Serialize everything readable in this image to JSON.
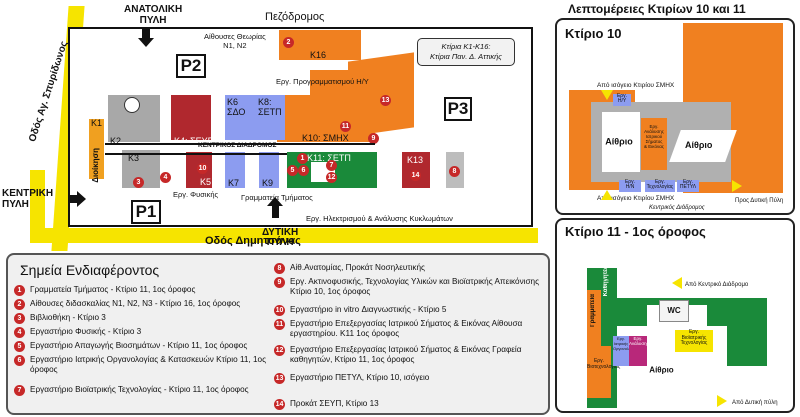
{
  "map": {
    "gates": {
      "east": "ΑΝΑΤΟΛΙΚΗ\nΠΥΛΗ",
      "central": "ΚΕΝΤΡΙΚΗ\nΠΥΛΗ",
      "west": "ΔΥΤΙΚΗ\nΠΥΛΗ"
    },
    "streets": {
      "pedestrian": "Πεζόδρομος",
      "spyridonos": "Οδός Αγ. Σπυρίδωνος",
      "dimitsanas": "Οδός Δημητσάνας"
    },
    "parking": [
      "P2",
      "P3",
      "P1"
    ],
    "corridor": "ΚΕΝΤΡΙΚΟΣ ΔΙΑΔΡΟΜΟΣ",
    "buildings": {
      "k1": "K1",
      "admin": "Διοίκηση",
      "k2": "K2",
      "k3": "K3",
      "k4": "K4: ΣΕΥΠ",
      "k5": "K5",
      "k6": "K6\nΣΔΟ",
      "k7": "K7",
      "k8": "K8:\nΣΕΤΠ",
      "k9": "K9",
      "k10": "K10: ΣΜΗΧ",
      "k11": "K11: ΣΕΤΠ",
      "k13": "K13",
      "k16": "K16"
    },
    "labels": {
      "theory_halls": "Αίθουσες Θεωρίας\nN1, N2",
      "programming_lab": "Εργ. Προγραμματισμού Η/Υ",
      "physics_lab": "Εργ. Φυσικής",
      "secretariat": "Γραμματεία Τμήματος",
      "electrical_lab": "Εργ. Ηλεκτρισμού & Ανάλυσης Κυκλωμάτων",
      "buildings_note": "Κτίρια Κ1-Κ16:\nΚτίρια Παν. Δ. Αττικής"
    }
  },
  "details": {
    "header": "Λεπτομέρειες Κτιρίων 10 και 11",
    "building10": {
      "title": "Κτίριο 10",
      "from_ground_top": "Από ισόγειο Κτιρίου ΣΜΗΧ",
      "from_ground_bottom": "Από ισόγειο Κτιρίου ΣΜΗΧ",
      "atrium_left": "Αίθριο",
      "atrium_right": "Αίθριο",
      "lab_hy": "Εργ.\nΗ/Υ",
      "lab_hn": "Εργ.\nΗ/Ν",
      "lab_small": "Εργ.\nΑνάλυσης\nΙατρικού\nΣήματος\n& Εικόνας",
      "lab_tech": "Εργ.\nΤεχνολογίας",
      "lab_petyl": "Εργ.\nΠΕΤΥΛ",
      "to_central": "Κεντρικός Διάδρομος",
      "to_west": "Προς Δυτική Πύλη"
    },
    "building11": {
      "title": "Κτίριο 11 - 1ος όροφος",
      "from_central": "Από Κεντρικό Διάδρομο",
      "from_west": "Από Δυτική πύλη",
      "wc": "WC",
      "secretariat": "Γραμματεία",
      "professors": "Καθηγητές",
      "lab_biomed": "Εργ.\nΒιοϊατρικής\nΤεχνολογίας",
      "lab_biotech": "Εργ.\nΒιοτεχνολογίας",
      "lab_instr": "Εργ.\nΙατρικής\nΟργανολογίας",
      "lab_analysis": "Εργ.\nΑνάλυσης",
      "atrium": "Αίθριο"
    }
  },
  "legend": {
    "title": "Σημεία Ενδιαφέροντος",
    "items": [
      {
        "n": "1",
        "text": "Γραμματεία Τμήματος - Κτίριο 11, 1ος όροφος"
      },
      {
        "n": "2",
        "text": "Αίθουσες διδασκαλίας N1, N2, N3 - Κτίριο 16, 1ος όροφος"
      },
      {
        "n": "3",
        "text": "Βιβλιοθήκη - Κτίριο 3"
      },
      {
        "n": "4",
        "text": "Εργαστήριο Φυσικής - Κτίριο 3"
      },
      {
        "n": "5",
        "text": "Εργαστήριο Απαγωγής Βιοσημάτων - Κτίριο 11, 1ος όροφος"
      },
      {
        "n": "6",
        "text": "Εργαστήριο Ιατρικής Οργανολογίας & Κατασκευών Κτίριο 11, 1ος όροφος"
      },
      {
        "n": "7",
        "text": "Εργαστήριο Βιοϊατρικής Τεχνολογίας - Κτίριο 11, 1ος όροφος"
      },
      {
        "n": "8",
        "text": "Αίθ.Ανατομίας, Προκάτ Νοσηλευτικής"
      },
      {
        "n": "9",
        "text": "Εργ. Ακτινοφυσικής, Τεχνολογίας Υλικών και Βιοϊατρικής Απεικόνισης Κτίριο 10, 1ος όροφος"
      },
      {
        "n": "10",
        "text": "Εργαστήριο in vitro Διαγνωστικής - Κτίριο 5"
      },
      {
        "n": "11",
        "text": "Εργαστήριο Επεξεργασίας Ιατρικού Σήματος & Εικόνας Αίθουσα εργαστηρίου. Κ11 1ος όροφος"
      },
      {
        "n": "12",
        "text": "Εργαστήριο Επεξεργασίας Ιατρικού Σήματος & Εικόνας Γραφεία καθηγητών, Κτίριο 11, 1ος όροφος"
      },
      {
        "n": "13",
        "text": "Εργαστήριο ΠΕΤΥΛ, Κτίριο 10, ισόγειο"
      },
      {
        "n": "14",
        "text": "Προκάτ ΣΕΥΠ, Κτίριο 13"
      }
    ]
  },
  "colors": {
    "road": "#f6e400",
    "orange": "#f08020",
    "darkred": "#b0282e",
    "blue": "#8c9cf0",
    "green": "#1a8a3a",
    "gray": "#9a9a9a",
    "pin": "#c62828"
  }
}
